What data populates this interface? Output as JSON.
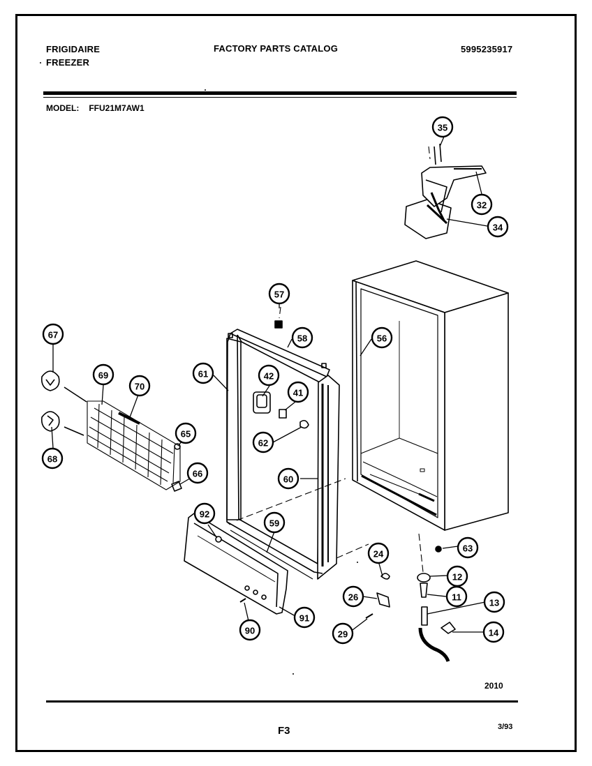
{
  "header": {
    "brand": "FRIGIDAIRE",
    "product_type": "FREEZER",
    "catalog_title": "FACTORY PARTS CATALOG",
    "catalog_number": "5995235917"
  },
  "model": {
    "label": "MODEL:",
    "value": "FFU21M7AW1"
  },
  "callouts": [
    "35",
    "32",
    "34",
    "57",
    "58",
    "56",
    "67",
    "69",
    "70",
    "61",
    "42",
    "41",
    "65",
    "62",
    "68",
    "66",
    "60",
    "92",
    "59",
    "24",
    "63",
    "12",
    "26",
    "11",
    "13",
    "29",
    "14",
    "90",
    "91"
  ],
  "footer": {
    "code": "2010",
    "page": "F3",
    "date": "3/93"
  },
  "colors": {
    "ink": "#000000",
    "paper": "#ffffff"
  }
}
